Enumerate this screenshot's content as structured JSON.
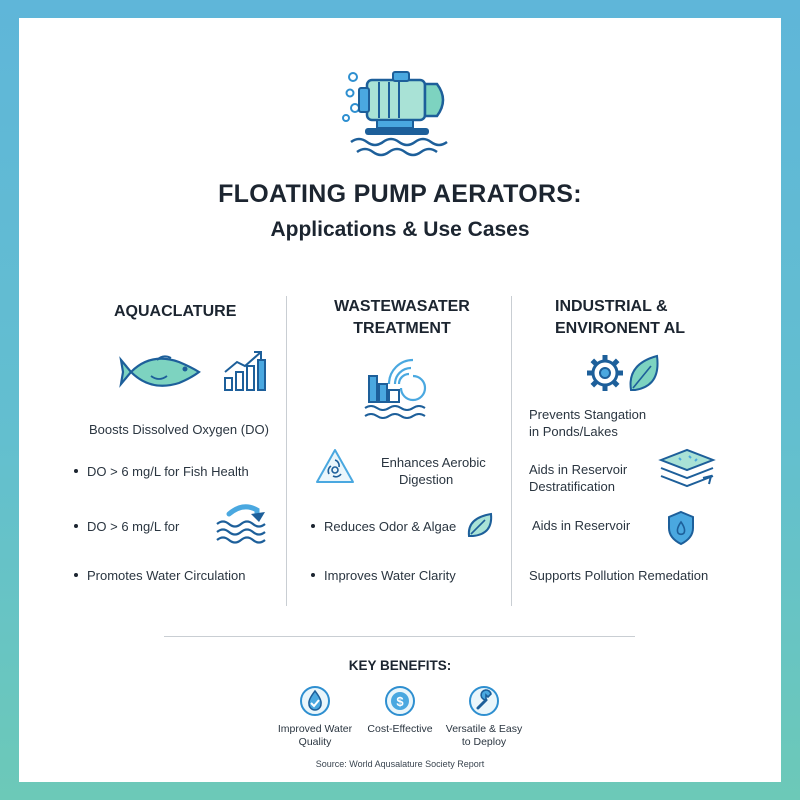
{
  "title": "FLOATING PUMP AERATORS:",
  "subtitle": "Applications & Use Cases",
  "columns": [
    {
      "heading": "AQUACLATURE",
      "items": [
        "Boosts Dissolved Oxygen (DO)",
        "DO > 6 mg/L for Fish Health",
        "DO > 6 mg/L for",
        "Promotes Water Circulation"
      ],
      "icons": [
        "fish-icon",
        "growth-chart-icon",
        "wave-arrow-icon"
      ]
    },
    {
      "heading_line1": "WASTEWASATER",
      "heading_line2": "TREATMENT",
      "items": [
        "Enhances Aerobic",
        "Digestion",
        "Reduces Odor & Algae",
        "Improves Water Clarity"
      ],
      "icons": [
        "treatment-plant-icon",
        "biohazard-icon",
        "leaf-icon"
      ]
    },
    {
      "heading_line1": "INDUSTRIAL &",
      "heading_line2": "ENVIRONENT AL",
      "items": [
        "Prevents Stangation",
        "in Ponds/Lakes",
        "Aids in Reservoir",
        "Destratification",
        "Aids in Reservoir",
        "Supports Pollution Remedation"
      ],
      "icons": [
        "gear-leaf-icon",
        "layers-icon",
        "shield-drop-icon"
      ]
    }
  ],
  "key_benefits": {
    "title": "KEY BENEFITS:",
    "items": [
      {
        "line1": "Improved Water",
        "line2": "Quality",
        "icon": "water-drop-check-icon"
      },
      {
        "line1": "Cost-Effective",
        "line2": "",
        "icon": "dollar-coin-icon"
      },
      {
        "line1": "Versatile & Easy",
        "line2": "to Deploy",
        "icon": "wrench-icon"
      }
    ]
  },
  "source": "Source: World Aqusalature Society Report",
  "colors": {
    "accent_blue": "#2e8fd0",
    "accent_teal": "#7dd3c0",
    "text_dark": "#1c2530"
  }
}
